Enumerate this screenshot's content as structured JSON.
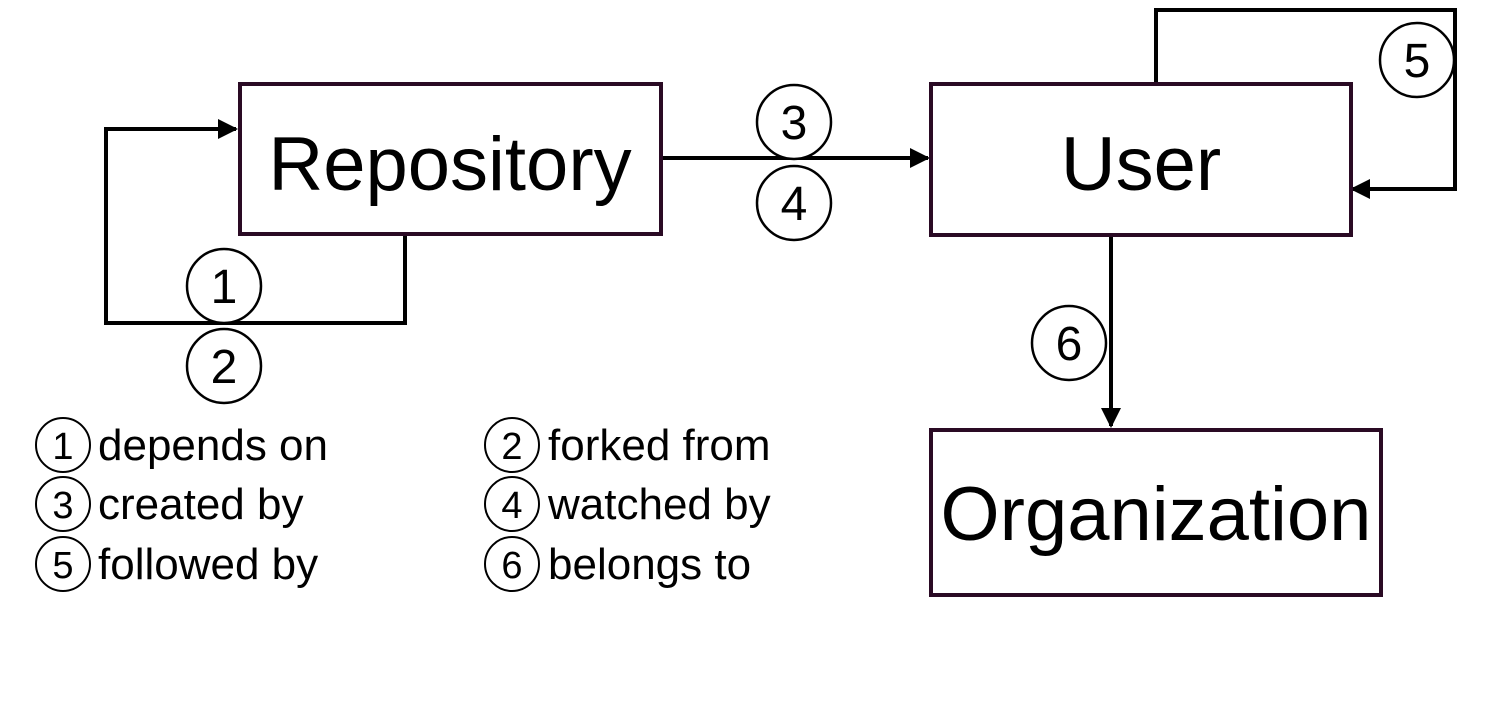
{
  "nodes": {
    "repository": "Repository",
    "user": "User",
    "organization": "Organization"
  },
  "edges": {
    "e1": "1",
    "e2": "2",
    "e3": "3",
    "e4": "4",
    "e5": "5",
    "e6": "6"
  },
  "legend": [
    {
      "num": "1",
      "label": "depends on"
    },
    {
      "num": "2",
      "label": "forked from"
    },
    {
      "num": "3",
      "label": "created by"
    },
    {
      "num": "4",
      "label": "watched by"
    },
    {
      "num": "5",
      "label": "followed by"
    },
    {
      "num": "6",
      "label": "belongs to"
    }
  ],
  "colors": {
    "box_border": "#2a0a24",
    "line": "#000000"
  }
}
